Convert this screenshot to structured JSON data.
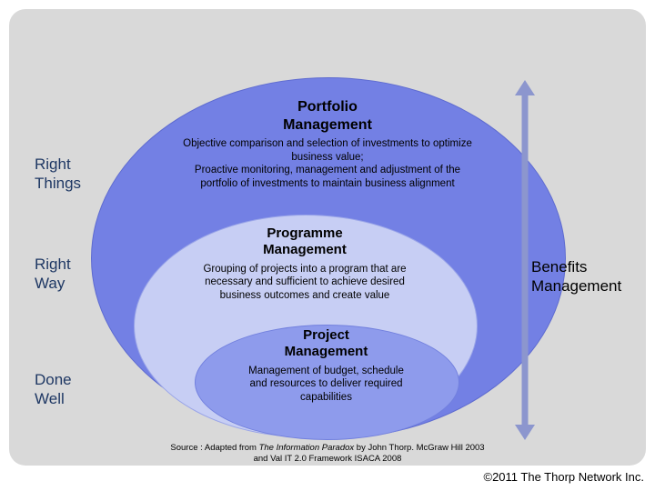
{
  "colors": {
    "panel_bg": "#D9D9D9",
    "portfolio_ellipse": "#7380E4",
    "programme_ellipse": "#C7CEF4",
    "project_ellipse": "#8E9BEC",
    "arrow": "#8C96CE",
    "side_label_text": "#1F3864"
  },
  "left_labels": {
    "right_things": "Right\nThings",
    "right_way": "Right\nWay",
    "done_well": "Done\nWell"
  },
  "right_label": "Benefits\nManagement",
  "ellipses": {
    "portfolio": {
      "title": "Portfolio\nManagement",
      "desc1": "Objective comparison and selection of investments to optimize business value;",
      "desc2": "Proactive monitoring, management and adjustment of the portfolio of investments to maintain business alignment"
    },
    "programme": {
      "title": "Programme\nManagement",
      "desc": "Grouping of projects into a program that are necessary and sufficient to achieve desired business outcomes and create value"
    },
    "project": {
      "title": "Project\nManagement",
      "desc": "Management of budget, schedule and resources to deliver required capabilities"
    }
  },
  "footer": {
    "source_prefix": "Source : Adapted from ",
    "source_italic": "The Information Paradox",
    "source_suffix": " by John Thorp. McGraw Hill 2003",
    "source_line2": "and Val IT 2.0 Framework ISACA 2008",
    "copyright": "©2011 The Thorp Network Inc."
  }
}
